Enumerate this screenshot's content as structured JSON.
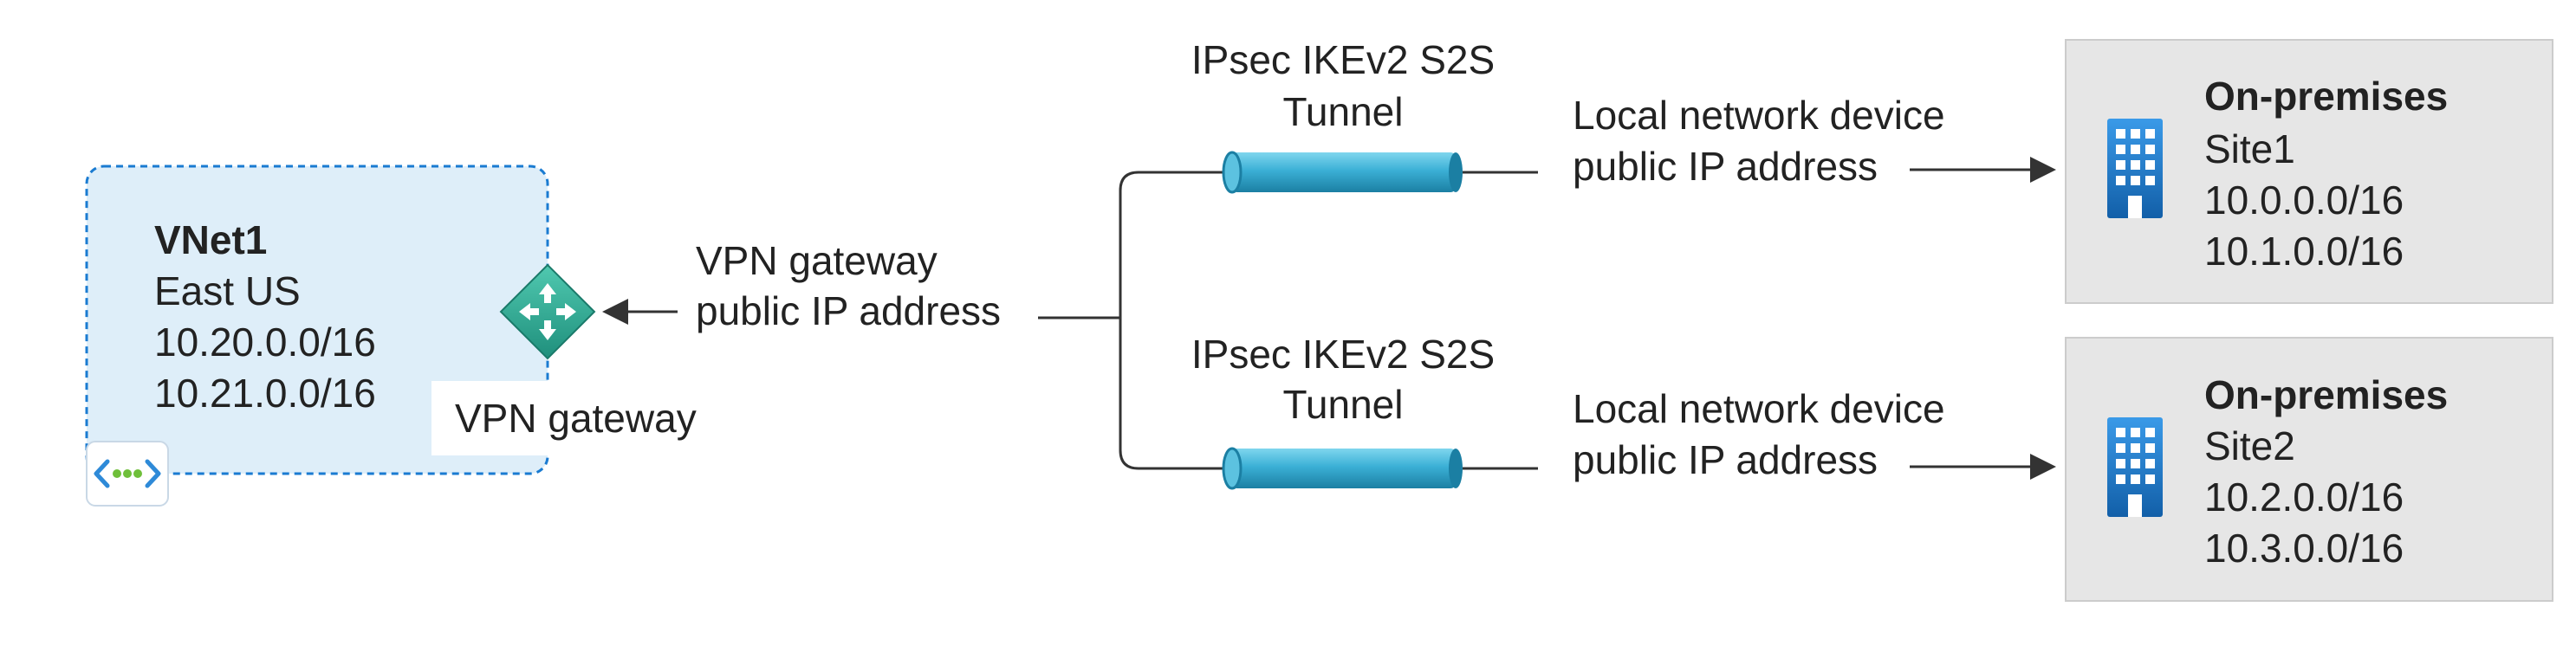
{
  "vnet": {
    "name": "VNet1",
    "region": "East US",
    "prefixes": [
      "10.20.0.0/16",
      "10.21.0.0/16"
    ],
    "gateway_label": "VPN gateway",
    "icon": "virtual-network-icon",
    "gateway_icon": "vpn-gateway-router-icon"
  },
  "gateway_ip": {
    "line1": "VPN gateway",
    "line2": "public IP address"
  },
  "tunnels": [
    {
      "line1": "IPsec IKEv2 S2S",
      "line2": "Tunnel"
    },
    {
      "line1": "IPsec IKEv2 S2S",
      "line2": "Tunnel"
    }
  ],
  "local_device": [
    {
      "line1": "Local network device",
      "line2": "public IP address"
    },
    {
      "line1": "Local network device",
      "line2": "public IP address"
    }
  ],
  "sites": [
    {
      "title": "On-premises",
      "name": "Site1",
      "prefixes": [
        "10.0.0.0/16",
        "10.1.0.0/16"
      ],
      "icon": "building-icon"
    },
    {
      "title": "On-premises",
      "name": "Site2",
      "prefixes": [
        "10.2.0.0/16",
        "10.3.0.0/16"
      ],
      "icon": "building-icon"
    }
  ],
  "colors": {
    "vnet_fill": "#deeef9",
    "vnet_border": "#1a7bd1",
    "site_fill": "#e6e6e6",
    "tunnel": "#3bb0d6",
    "gateway": "#2aa893",
    "building": "#1a7bd1",
    "line": "#333333"
  }
}
